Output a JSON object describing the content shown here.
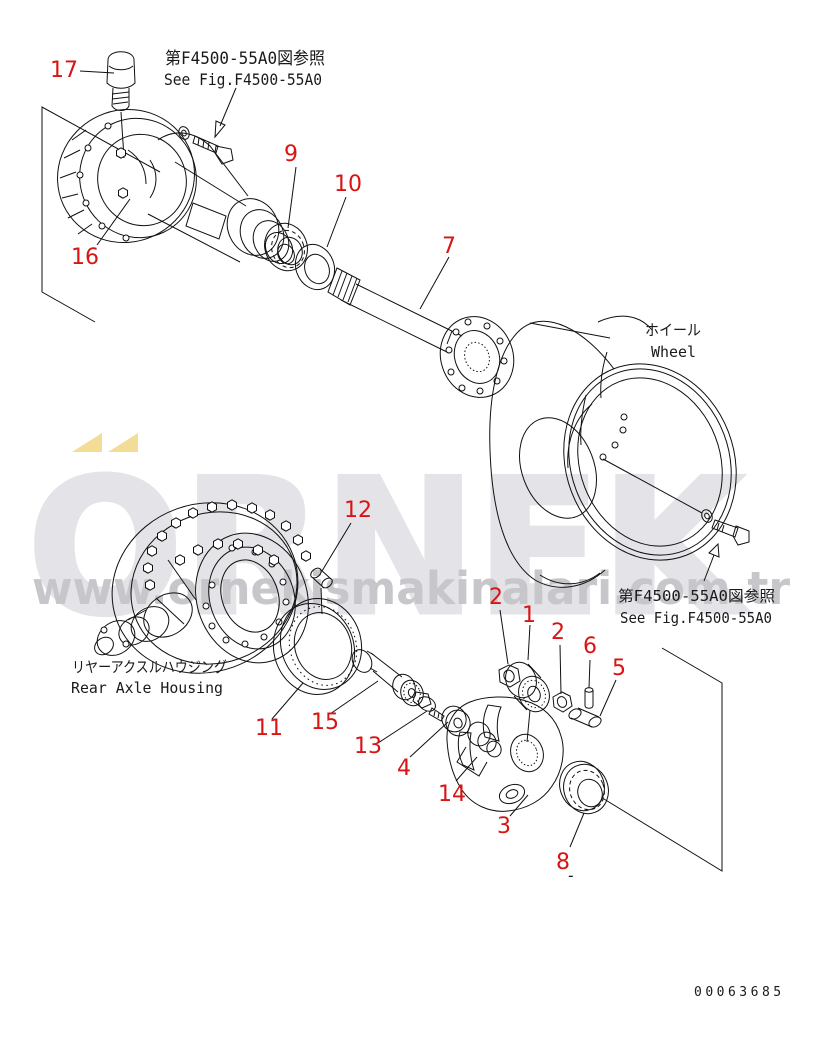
{
  "document": {
    "number": "00063685"
  },
  "references": {
    "top": {
      "line1_jp": "第F4500-55A0図参照",
      "line2_en": "See Fig.F4500-55A0"
    },
    "wheel": {
      "line1_jp": "第F4500-55A0図参照",
      "line2_en": "See Fig.F4500-55A0"
    }
  },
  "annotations": {
    "wheel": {
      "jp": "ホイール",
      "en": "Wheel"
    },
    "rear_axle_housing": {
      "jp": "リヤーアクスルハウジング",
      "en": "Rear Axle Housing"
    },
    "dash_mark": "-"
  },
  "callouts": [
    {
      "label": "17"
    },
    {
      "label": "16"
    },
    {
      "label": "9"
    },
    {
      "label": "10"
    },
    {
      "label": "7"
    },
    {
      "label": "12"
    },
    {
      "label": "11"
    },
    {
      "label": "15"
    },
    {
      "label": "13"
    },
    {
      "label": "4"
    },
    {
      "label": "14"
    },
    {
      "label": "3"
    },
    {
      "label": "8"
    },
    {
      "label": "2"
    },
    {
      "label": "1"
    },
    {
      "label": "2"
    },
    {
      "label": "6"
    },
    {
      "label": "5"
    }
  ],
  "watermark": {
    "brand": "ORNEK",
    "url": "www.ornekismakinalari.com.tr",
    "brand_color": "#e4e4e8",
    "url_color": "#c7c7cb",
    "accent_yellow": "#f2dc96"
  },
  "colors": {
    "callout_red": "#d81414",
    "line_art": "#101010",
    "background": "#ffffff"
  }
}
